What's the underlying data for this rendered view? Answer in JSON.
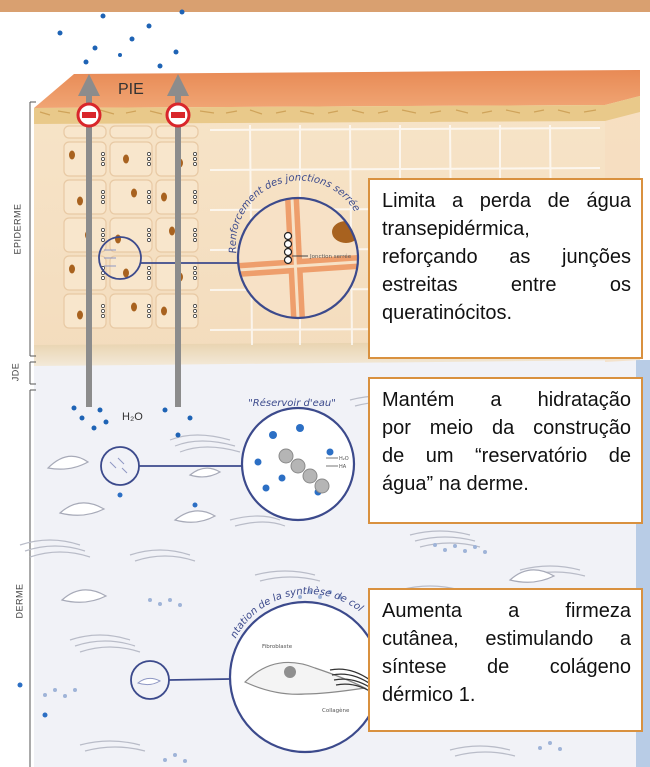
{
  "labels": {
    "pie": "PIE",
    "epiderme": "EPIDERME",
    "jde": "JDE",
    "derme": "DERME",
    "h2o": "H₂O",
    "circle1_title": "Renforcement des jonctions serrées",
    "circle1_inner": "Jonction serrée",
    "circle2_title": "\"Réservoir d'eau\"",
    "circle2_h2o": "H₂O",
    "circle2_ha": "HA",
    "circle3_title": "Augmentation de la synthèse de collagène",
    "circle3_fibroblast": "Fibroblaste",
    "circle3_collagen": "Collagène"
  },
  "callouts": {
    "c1": [
      "Limita a perda de água",
      "transepidérmica,",
      "reforçando as junções",
      "estreitas entre os",
      "queratinócitos."
    ],
    "c2": [
      "Mantém a hidratação",
      "por meio da construção",
      "de um “reservatório de",
      "água” na derme."
    ],
    "c3": [
      "Aumenta a firmeza",
      "cutânea, estimulando a",
      "síntese de colágeno",
      "dérmico 1."
    ]
  },
  "colors": {
    "orange": "#e8915a",
    "cell_fill": "#f8e6cc",
    "cell_line": "#ffffff",
    "nucleus": "#a8621f",
    "arrow": "#8c8c8c",
    "blue_dot": "#1e63b5",
    "circle_border": "#3c4a8c",
    "callout_border": "#d9913f",
    "dermis": "#f1f2f7",
    "right_edge": "#b8cce6"
  }
}
